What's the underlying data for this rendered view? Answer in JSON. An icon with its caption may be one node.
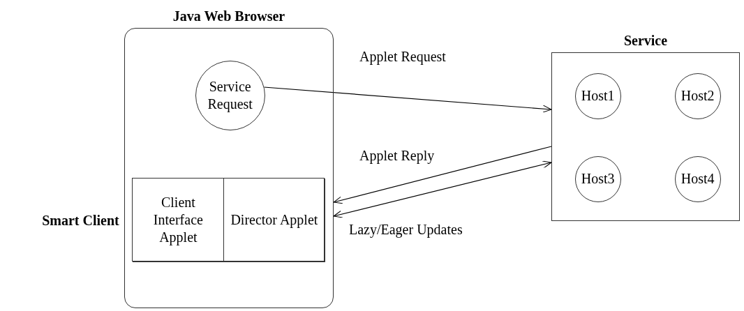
{
  "diagram": {
    "nodes": [
      {
        "text": [
          "Java Web Browser"
        ]
      },
      {
        "text": [
          "Service Request"
        ],
        "in": 0
      },
      {
        "text": [
          "Smart Client"
        ],
        "in": 0
      },
      {
        "text": [
          "Client Interface Applet"
        ],
        "in": 2
      },
      {
        "text": [
          "Director Applet"
        ],
        "in": 2
      },
      {
        "text": [
          "Service"
        ]
      },
      {
        "text": [
          "Host1"
        ],
        "in": 5
      },
      {
        "text": [
          "Host2"
        ],
        "in": 5
      },
      {
        "text": [
          "Host3"
        ],
        "in": 5
      },
      {
        "text": [
          "Host4"
        ],
        "in": 5
      }
    ],
    "edges": [
      {
        "from": 1,
        "to": 5,
        "arrow": "to",
        "label": "Applet Request"
      },
      {
        "from": 5,
        "to": 0,
        "arrow": "to",
        "label": "Applet Reply"
      },
      {
        "from": 0,
        "to": 5,
        "arrow": "both",
        "label": "Lazy/Eager Updates"
      }
    ]
  }
}
